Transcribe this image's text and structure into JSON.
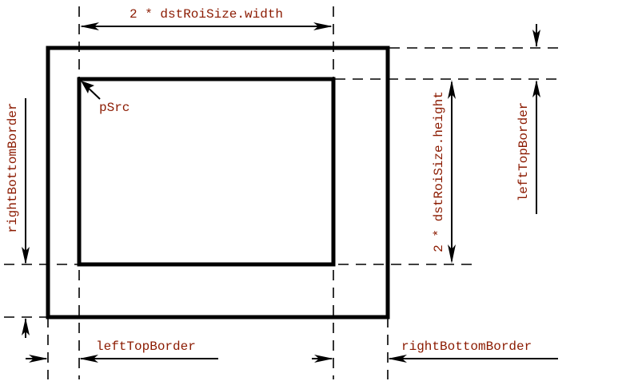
{
  "labels": {
    "top_width": "2 * dstRoiSize.width",
    "psrc": "pSrc",
    "right_height": "2 * dstRoiSize.height",
    "right_border": "leftTopBorder",
    "left_border": "rightBottomBorder",
    "bottom_left": "leftTopBorder",
    "bottom_right": "rightBottomBorder"
  },
  "colors": {
    "label": "#8b1a00",
    "line": "#000000"
  }
}
